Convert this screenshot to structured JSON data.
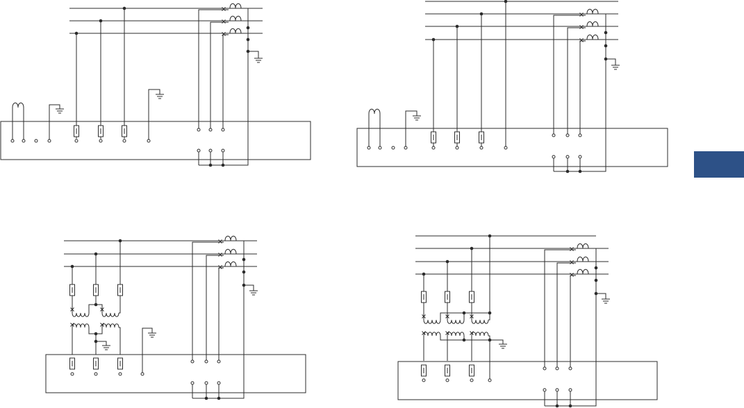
{
  "colors": {
    "line": "#2b2b2b",
    "accent_tab": "#2d5187",
    "background": "#ffffff"
  },
  "diagrams": [
    {
      "id": "diagram-1",
      "description_kind": "three-phase-wiring",
      "has_vt_transformers": false,
      "has_neutral_conductor": false
    },
    {
      "id": "diagram-2",
      "description_kind": "three-phase-wiring",
      "has_vt_transformers": false,
      "has_neutral_conductor": true
    },
    {
      "id": "diagram-3",
      "description_kind": "three-phase-wiring",
      "has_vt_transformers": true,
      "vt_count": 2,
      "has_neutral_conductor": false
    },
    {
      "id": "diagram-4",
      "description_kind": "three-phase-wiring",
      "has_vt_transformers": true,
      "vt_count": 3,
      "has_neutral_conductor": true
    }
  ]
}
